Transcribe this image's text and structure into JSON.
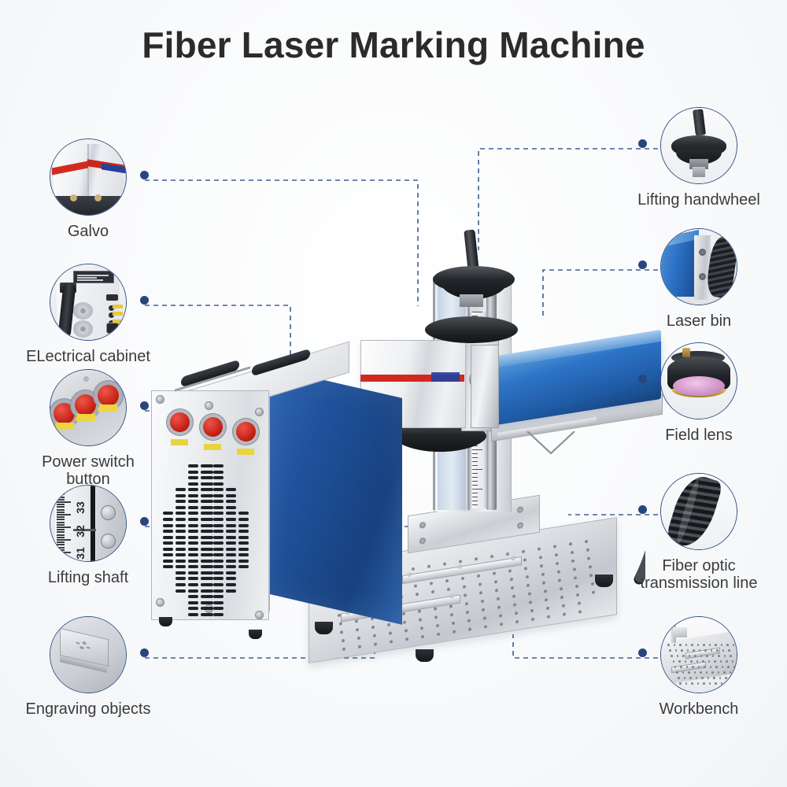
{
  "page": {
    "title": "Fiber Laser Marking Machine",
    "background_color": "#f5f6f8",
    "accent_color": "#29457f",
    "label_color": "#3b3b3b",
    "machine_blue": "#2a6fc4",
    "machine_red": "#cf2a1f",
    "button_red": "#c11d12",
    "lens_pink": "#d9a0d2"
  },
  "callouts": {
    "left": [
      {
        "id": "galvo",
        "label": "Galvo",
        "icon": "galvo-icon"
      },
      {
        "id": "electrical-cabinet",
        "label": "ELectrical cabinet",
        "icon": "electrical-cabinet-icon"
      },
      {
        "id": "power-switch-button",
        "label": "Power switch button",
        "icon": "power-switch-icon"
      },
      {
        "id": "lifting-shaft",
        "label": "Lifting shaft",
        "icon": "lifting-shaft-icon"
      },
      {
        "id": "engraving-objects",
        "label": "Engraving objects",
        "icon": "engraving-objects-icon"
      }
    ],
    "right": [
      {
        "id": "lifting-handwheel",
        "label": "Lifting handwheel",
        "icon": "handwheel-icon"
      },
      {
        "id": "laser-bin",
        "label": "Laser bin",
        "icon": "laser-bin-icon"
      },
      {
        "id": "field-lens",
        "label": "Field lens",
        "icon": "field-lens-icon"
      },
      {
        "id": "fiber-optic-line",
        "label": "Fiber optic\ntransmission line",
        "icon": "fiber-optic-icon"
      },
      {
        "id": "workbench",
        "label": "Workbench",
        "icon": "workbench-icon"
      }
    ]
  },
  "machine": {
    "name": "fiber-laser-marking-machine",
    "ruler_values": [
      "31",
      "32",
      "33"
    ]
  }
}
